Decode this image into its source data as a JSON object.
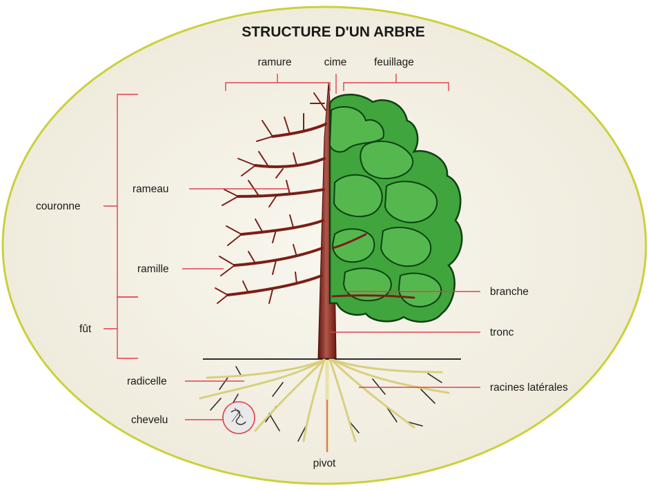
{
  "title": "STRUCTURE D'UN ARBRE",
  "labels": {
    "ramure": "ramure",
    "cime": "cime",
    "feuillage": "feuillage",
    "couronne": "couronne",
    "fut": "fût",
    "rameau": "rameau",
    "ramille": "ramille",
    "branche": "branche",
    "tronc": "tronc",
    "radicelle": "radicelle",
    "chevelu": "chevelu",
    "racines_laterales": "racines latérales",
    "pivot": "pivot"
  },
  "colors": {
    "frame_border": "#c9d13a",
    "background": "#f6f3ea",
    "leader": "#e0404a",
    "trunk": "#8a2a1e",
    "foliage": "#3fa53c",
    "roots": "#e9e2a8"
  }
}
